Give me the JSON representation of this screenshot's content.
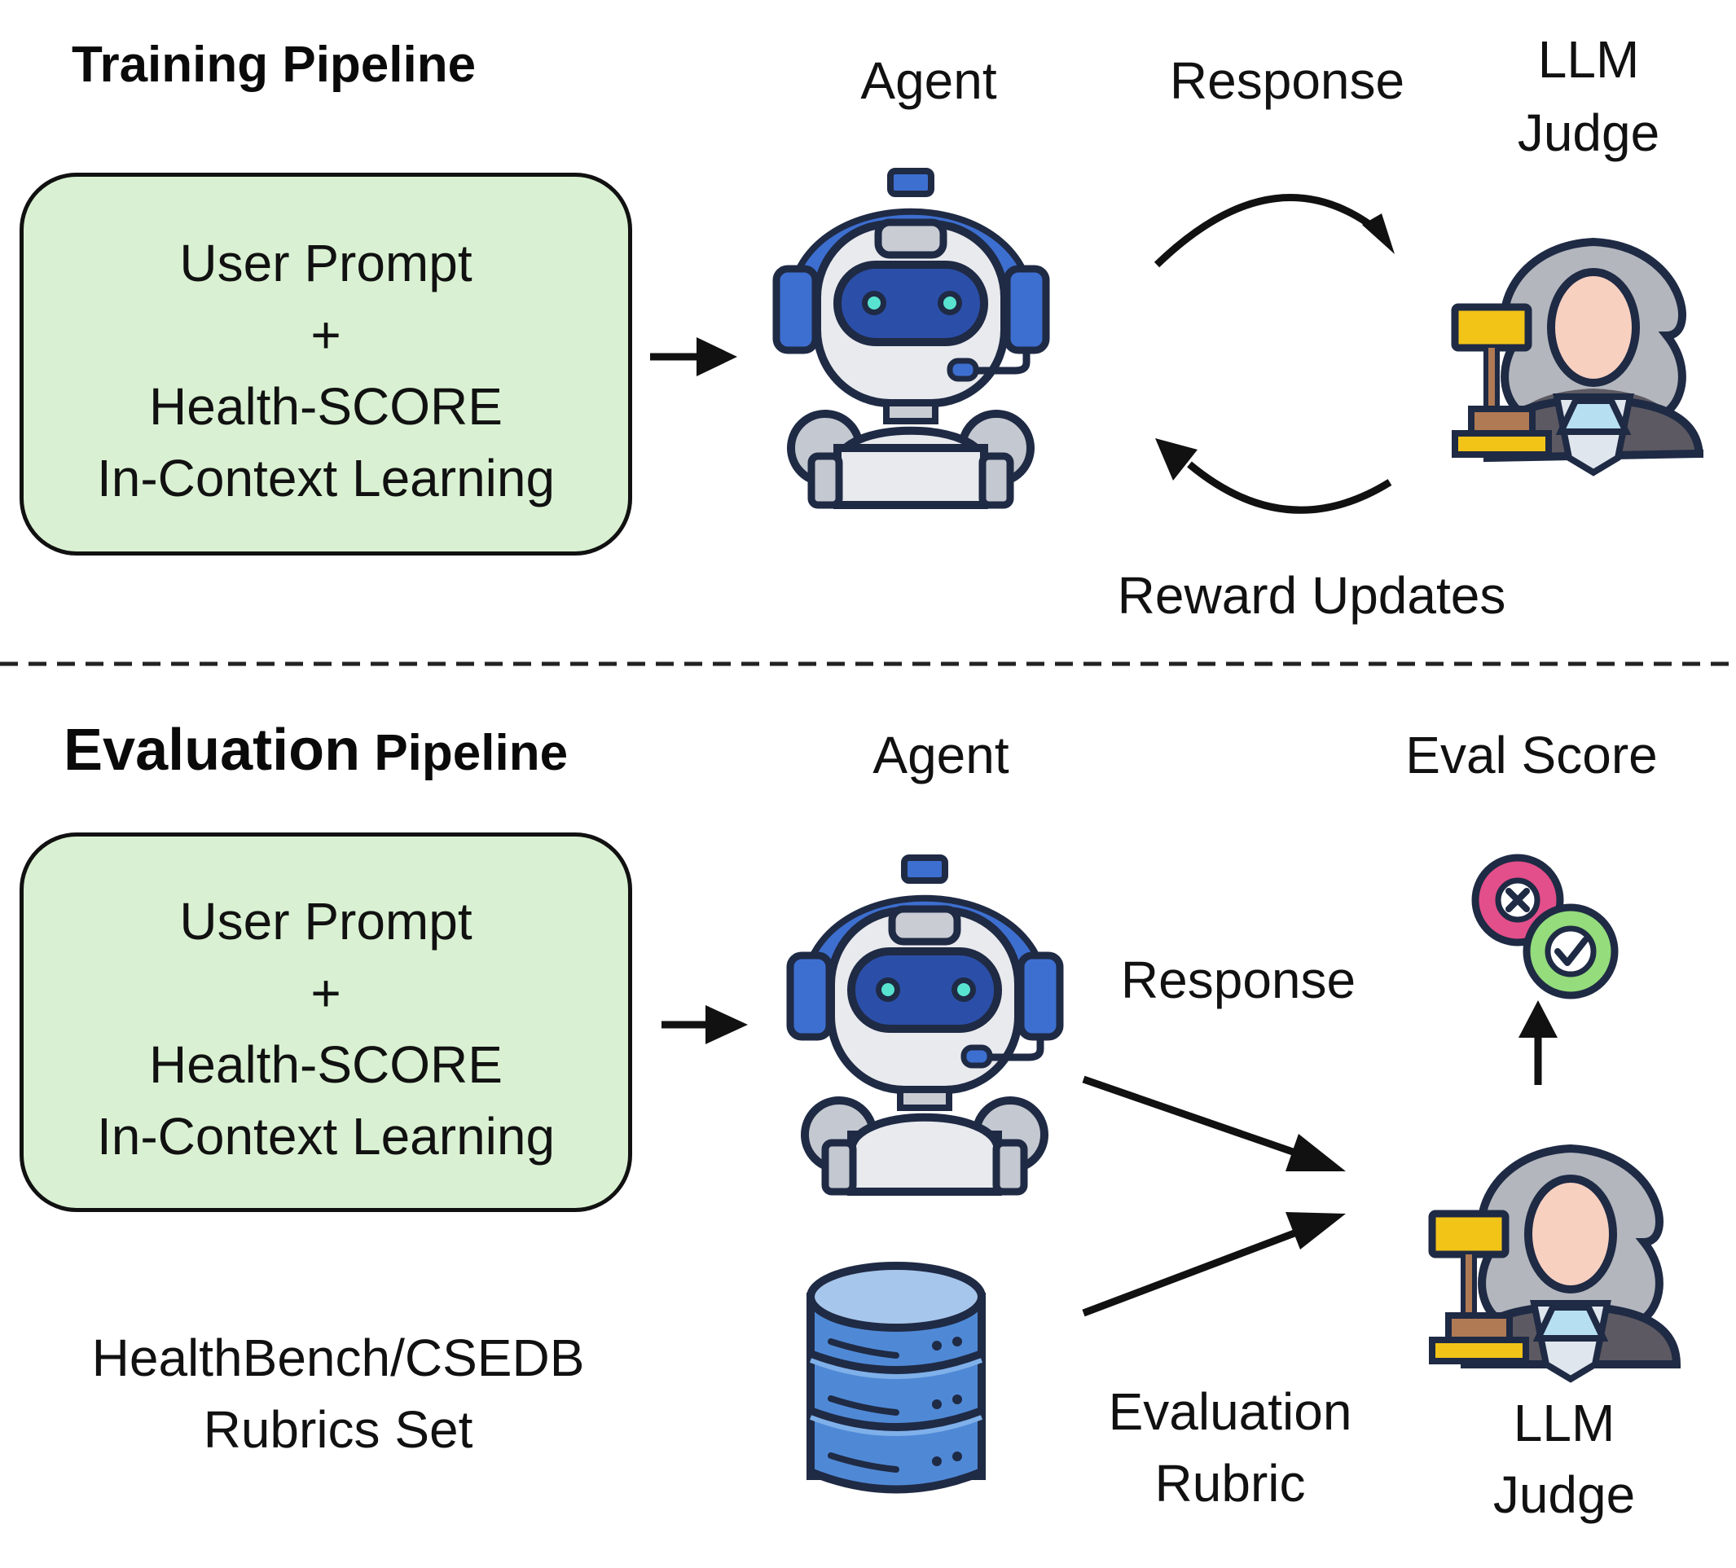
{
  "training": {
    "title": "Training Pipeline",
    "prompt_box": [
      "User Prompt",
      "+",
      "Health-SCORE",
      "In-Context Learning"
    ],
    "agent_label": "Agent",
    "response_label": "Response",
    "judge_label": [
      "LLM",
      "Judge"
    ],
    "reward_label": "Reward Updates"
  },
  "evaluation": {
    "title_part1": "Evaluation",
    "title_part2": "Pipeline",
    "prompt_box": [
      "User Prompt",
      "+",
      "Health-SCORE",
      "In-Context Learning"
    ],
    "agent_label": "Agent",
    "score_label": "Eval Score",
    "response_label": "Response",
    "rubric_set_label": [
      "HealthBench/CSEDB",
      "Rubrics Set"
    ],
    "rubric_label": [
      "Evaluation",
      "Rubric"
    ],
    "judge_label": [
      "LLM",
      "Judge"
    ]
  },
  "icons": {
    "agent": "robot-headset-icon",
    "judge": "judge-gavel-icon",
    "database": "database-icon",
    "score": "pass-fail-icon"
  },
  "colors": {
    "box_fill": "#d9f1d2",
    "robot_blue": "#3d6fd0",
    "robot_dark_blue": "#2b4fa8",
    "gavel_yellow": "#f2c418",
    "db_blue": "#4f89d6",
    "fail_pink": "#e34f8a",
    "pass_green": "#94dc7c"
  }
}
